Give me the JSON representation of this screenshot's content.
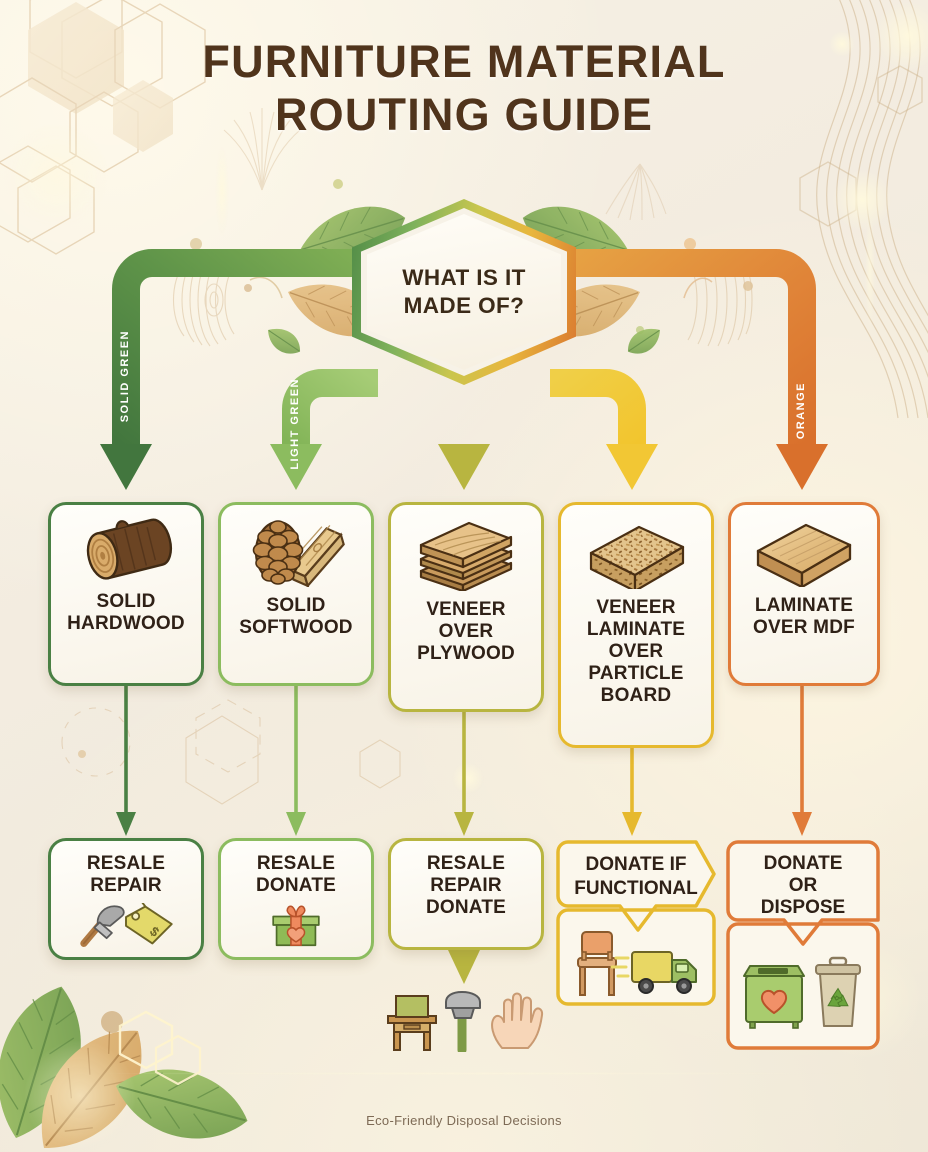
{
  "title": {
    "line1": "FURNITURE MATERIAL",
    "line2": "ROUTING GUIDE"
  },
  "root": {
    "label": "WHAT IS IT\nMADE OF?",
    "line1": "WHAT IS IT",
    "line2": "MADE OF?"
  },
  "footer": {
    "text": "Eco-Friendly Disposal Decisions"
  },
  "branch_labels": [
    {
      "text": "SOLID GREEN",
      "color": "#4a8044"
    },
    {
      "text": "LIGHT GREEN",
      "color": "#8cbc5f"
    },
    {
      "text": "ORANGE",
      "color": "#e07b39"
    }
  ],
  "colors": {
    "solid_green": "#4a8044",
    "light_green": "#8cbc5f",
    "olive": "#b8b540",
    "yellow": "#f2c734",
    "orange": "#e07b39",
    "background": "#f2ecdf",
    "title_brown": "#50341c",
    "card_text": "#2f2117",
    "footer_text": "#7d6a55"
  },
  "materials": [
    {
      "label": "SOLID\nHARDWOOD",
      "line1": "SOLID",
      "line2": "HARDWOOD",
      "icon": "wood-log-icon",
      "color": "#4a8044",
      "branch": "SOLID GREEN"
    },
    {
      "label": "SOLID\nSOFTWOOD",
      "line1": "SOLID",
      "line2": "SOFTWOOD",
      "icon": "pinecone-plank-icon",
      "color": "#8cbc5f",
      "branch": "LIGHT GREEN"
    },
    {
      "label": "VENEER\nOVER\nPLYWOOD",
      "line1": "VENEER",
      "line2": "OVER",
      "line3": "PLYWOOD",
      "icon": "plywood-stack-icon",
      "color": "#b8b540",
      "branch": ""
    },
    {
      "label": "VENEER\nLAMINATE\nOVER\nPARTICLE\nBOARD",
      "line1": "VENEER",
      "line2": "LAMINATE",
      "line3": "OVER",
      "line4": "PARTICLE",
      "line5": "BOARD",
      "icon": "particle-board-icon",
      "color": "#e6b92e",
      "branch": ""
    },
    {
      "label": "LAMINATE\nOVER MDF",
      "line1": "LAMINATE",
      "line2": "OVER MDF",
      "icon": "mdf-panel-icon",
      "color": "#e07b39",
      "branch": "ORANGE"
    }
  ],
  "outcomes": [
    {
      "label": "RESALE\nREPAIR",
      "line1": "RESALE",
      "line2": "REPAIR",
      "icons": [
        "hammer-icon",
        "price-tag-icon"
      ],
      "color": "#4a8044",
      "shape": "rounded"
    },
    {
      "label": "RESALE\nDONATE",
      "line1": "RESALE",
      "line2": "DONATE",
      "icons": [
        "gift-box-icon"
      ],
      "color": "#8cbc5f",
      "shape": "rounded"
    },
    {
      "label": "RESALE\nREPAIR\nDONATE",
      "line1": "RESALE",
      "line2": "REPAIR",
      "line3": "DONATE",
      "icons": [
        "table-icon",
        "hammer-icon",
        "hand-icon"
      ],
      "color": "#b8b540",
      "shape": "tail-below"
    },
    {
      "label": "DONATE IF\nFUNCTIONAL",
      "line1": "DONATE IF",
      "line2": "FUNCTIONAL",
      "icons": [
        "chair-icon",
        "delivery-truck-icon"
      ],
      "color": "#e6b92e",
      "shape": "notched"
    },
    {
      "label": "DONATE\nOR\nDISPOSE",
      "line1": "DONATE",
      "line2": "OR",
      "line3": "DISPOSE",
      "icons": [
        "donation-bin-icon",
        "recycle-bin-icon"
      ],
      "color": "#e07b39",
      "shape": "notched"
    }
  ]
}
